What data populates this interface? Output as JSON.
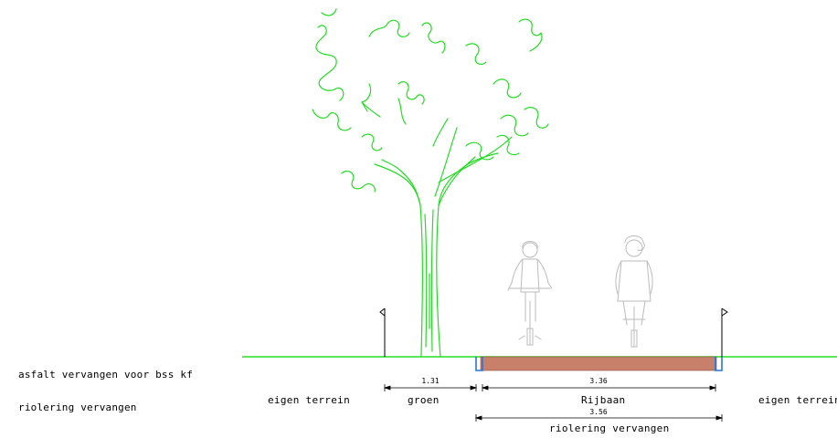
{
  "notes": {
    "line1": "asfalt vervangen voor bss kf",
    "line2": "riolering vervangen"
  },
  "zones": {
    "left_private": "eigen terrein",
    "green": "groen",
    "roadway": "Rijbaan",
    "right_private": "eigen terrein",
    "sewer": "riolering vervangen"
  },
  "dimensions": {
    "green_width": "1.31",
    "roadway_width": "3.36",
    "sewer_width": "3.56"
  },
  "colors": {
    "ground_line": "#22dd22",
    "tree": "#22dd22",
    "asphalt_fill": "#c8806a",
    "curb": "#2277dd",
    "cyclist": "#bbbbbb",
    "dimension_line": "#000000"
  }
}
